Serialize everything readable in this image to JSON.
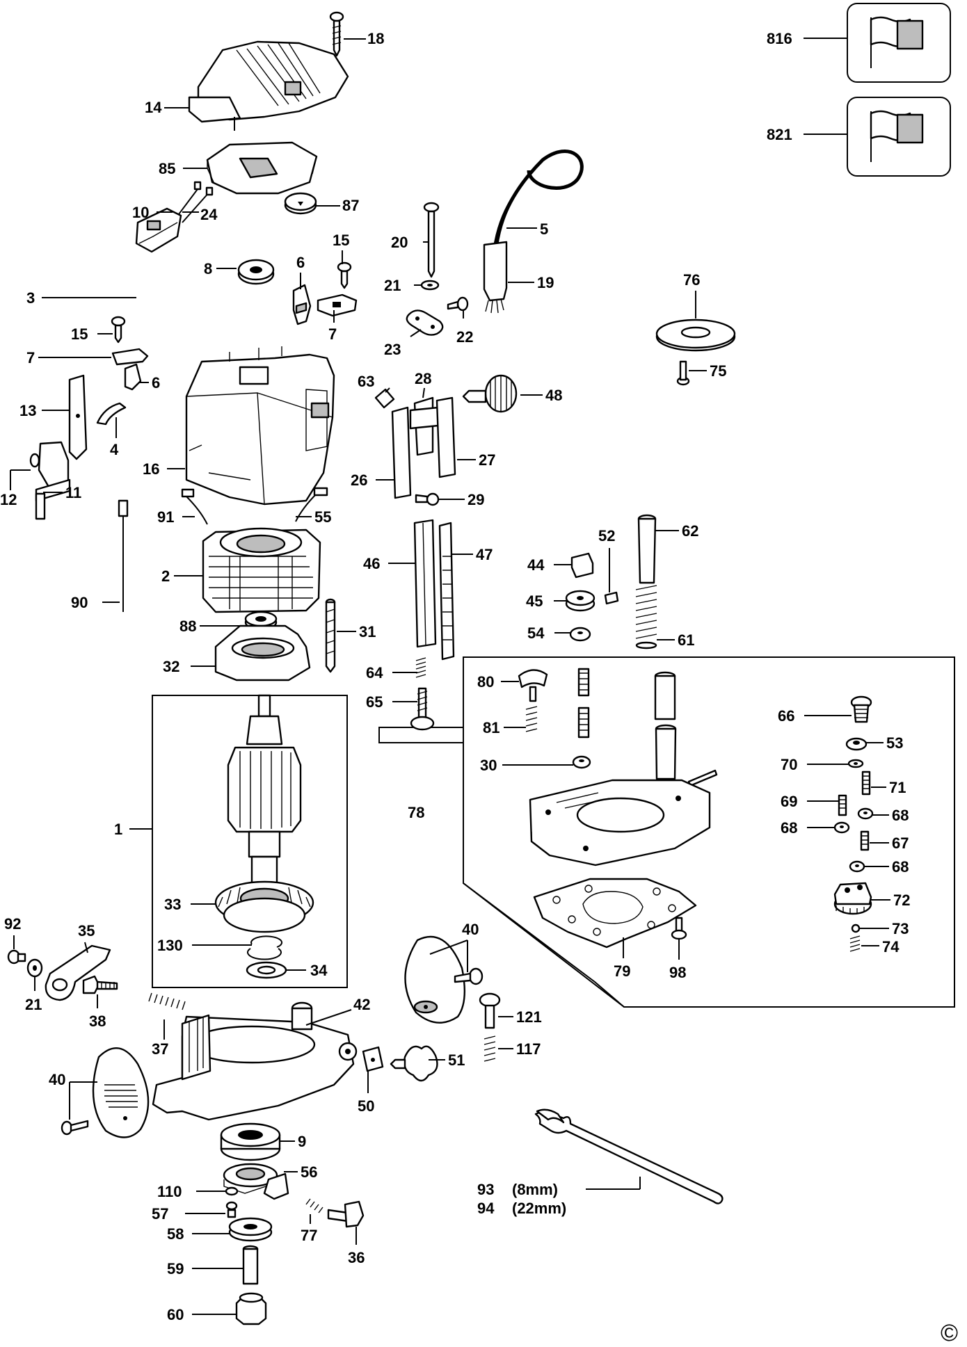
{
  "labels": {
    "l1": "1",
    "l2": "2",
    "l3": "3",
    "l4": "4",
    "l5": "5",
    "l6a": "6",
    "l6b": "6",
    "l7a": "7",
    "l7b": "7",
    "l8": "8",
    "l9": "9",
    "l10": "10",
    "l11": "11",
    "l12": "12",
    "l13": "13",
    "l14": "14",
    "l15a": "15",
    "l15b": "15",
    "l16": "16",
    "l18": "18",
    "l19": "19",
    "l20": "20",
    "l21a": "21",
    "l21b": "21",
    "l22": "22",
    "l23": "23",
    "l24": "24",
    "l26": "26",
    "l27": "27",
    "l28": "28",
    "l29": "29",
    "l30": "30",
    "l31": "31",
    "l32": "32",
    "l33": "33",
    "l34": "34",
    "l35": "35",
    "l36": "36",
    "l37": "37",
    "l38": "38",
    "l40a": "40",
    "l40b": "40",
    "l42": "42",
    "l44": "44",
    "l45": "45",
    "l46": "46",
    "l47": "47",
    "l48": "48",
    "l50": "50",
    "l51": "51",
    "l52": "52",
    "l53": "53",
    "l54": "54",
    "l55": "55",
    "l56": "56",
    "l57": "57",
    "l58": "58",
    "l59": "59",
    "l60": "60",
    "l61": "61",
    "l62": "62",
    "l63": "63",
    "l64": "64",
    "l65": "65",
    "l66": "66",
    "l67": "67",
    "l68a": "68",
    "l68b": "68",
    "l68c": "68",
    "l69": "69",
    "l70": "70",
    "l71": "71",
    "l72": "72",
    "l73": "73",
    "l74": "74",
    "l75": "75",
    "l76": "76",
    "l77": "77",
    "l78": "78",
    "l79": "79",
    "l80": "80",
    "l81": "81",
    "l85": "85",
    "l87": "87",
    "l88": "88",
    "l90": "90",
    "l91": "91",
    "l92": "92",
    "l93": "93",
    "l94": "94",
    "l98": "98",
    "l110": "110",
    "l117": "117",
    "l121": "121",
    "l130": "130",
    "l816": "816",
    "l821": "821",
    "size93": "(8mm)",
    "size94": "(22mm)",
    "copyright": "©"
  }
}
